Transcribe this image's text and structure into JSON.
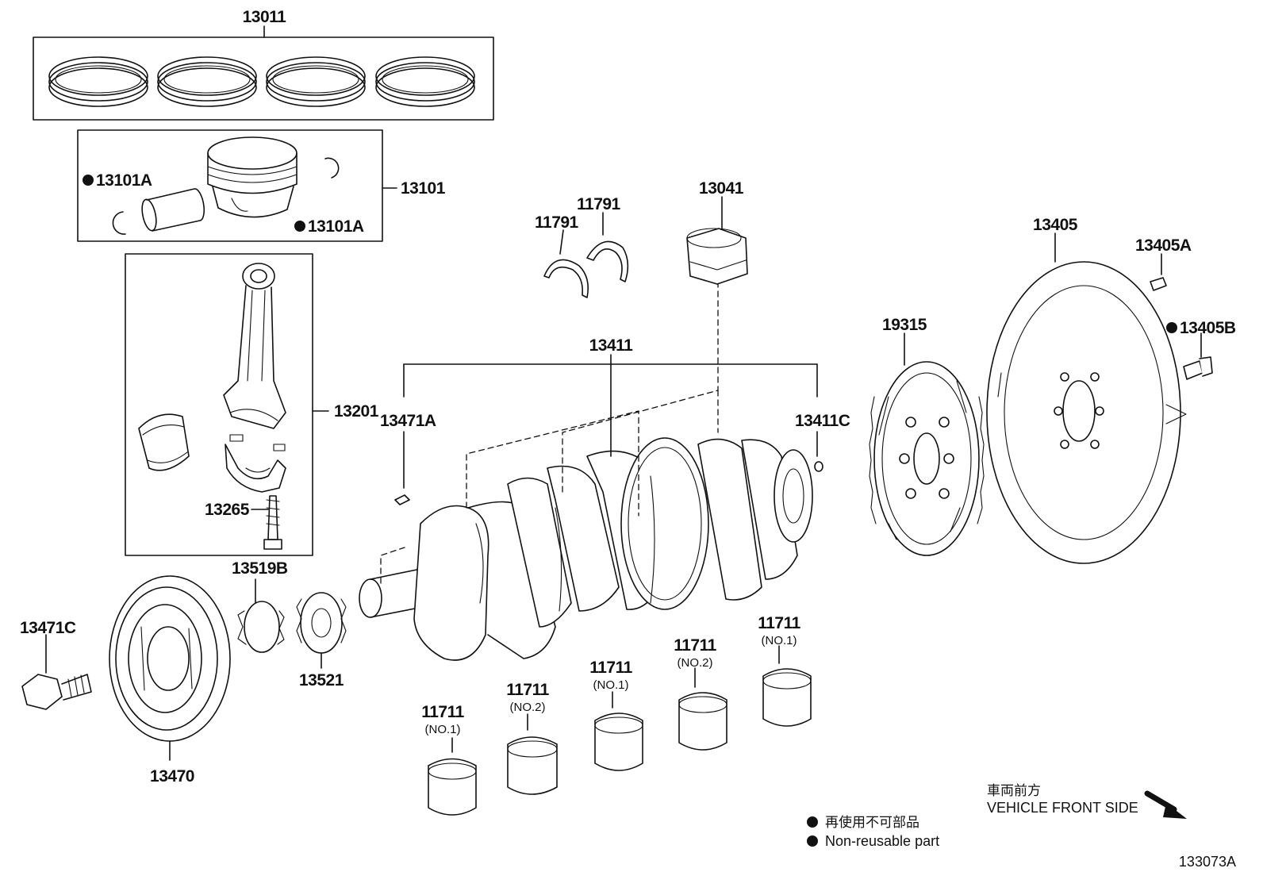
{
  "parts": {
    "p13011": "13011",
    "p13101": "13101",
    "p13101A_left": "13101A",
    "p13101A_right": "13101A",
    "p13201": "13201",
    "p13265": "13265",
    "p13519B": "13519B",
    "p13521": "13521",
    "p13470": "13470",
    "p13471C": "13471C",
    "p13471A": "13471A",
    "p13411": "13411",
    "p13411C": "13411C",
    "p11791_left": "11791",
    "p11791_right": "11791",
    "p13041": "13041",
    "p19315": "19315",
    "p13405": "13405",
    "p13405A": "13405A",
    "p13405B": "13405B",
    "bearings": [
      {
        "label": "11711",
        "sub": "(NO.1)"
      },
      {
        "label": "11711",
        "sub": "(NO.2)"
      },
      {
        "label": "11711",
        "sub": "(NO.1)"
      },
      {
        "label": "11711",
        "sub": "(NO.2)"
      },
      {
        "label": "11711",
        "sub": "(NO.1)"
      }
    ]
  },
  "direction": {
    "japanese": "車両前方",
    "english": "VEHICLE FRONT SIDE"
  },
  "legend": {
    "japanese": "再使用不可部品",
    "english": "Non-reusable part"
  },
  "diagram_code": "133073A"
}
